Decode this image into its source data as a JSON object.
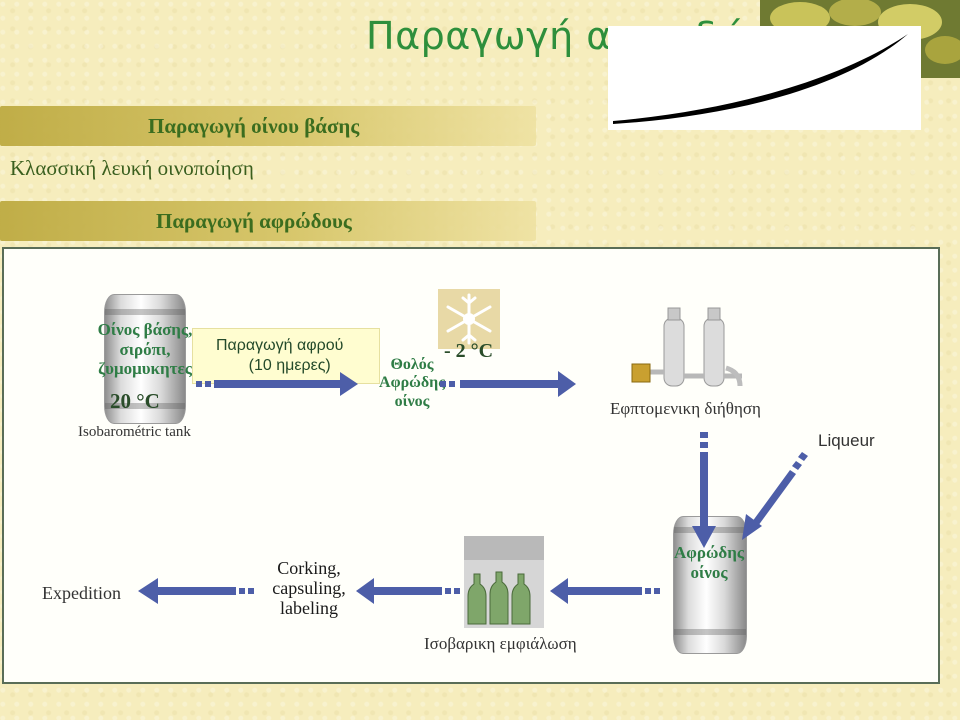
{
  "title": "Παραγωγή αφρωδών",
  "sections": {
    "bar1": "Παραγωγή οίνου βάσης",
    "line1": "Κλασσική λευκή οινοποίηση",
    "bar2": "Παραγωγή αφρώδους"
  },
  "diagram": {
    "step1": {
      "line1": "Οίνος βάσης,",
      "line2": "σιρόπι,",
      "line3": "ζυμομυκητες",
      "temp": "20 °C",
      "caption": "Isobarométric tank"
    },
    "foam": {
      "line1": "Παραγωγή αφρού",
      "line2": "(10  ημερες)"
    },
    "cloudy": {
      "line1": "Θολός",
      "line2": "Αφρώδης",
      "line3": "οίνος"
    },
    "cold_temp": "- 2 °C",
    "filtration": "Εφπτομενικη διήθηση",
    "liqueur": "Liqueur",
    "sparkling": {
      "line1": "Αφρώδης",
      "line2": "οίνος"
    },
    "bottling": "Ισοβαρικη εμφιάλωση",
    "corking": {
      "line1": "Corking,",
      "line2": "capsuling,",
      "line3": "labeling"
    },
    "expedition": "Expedition"
  },
  "colors": {
    "title": "#2e8f3c",
    "arrow": "#4d5ea8",
    "section_text": "#3b6d1f",
    "frame": "#596d57"
  }
}
